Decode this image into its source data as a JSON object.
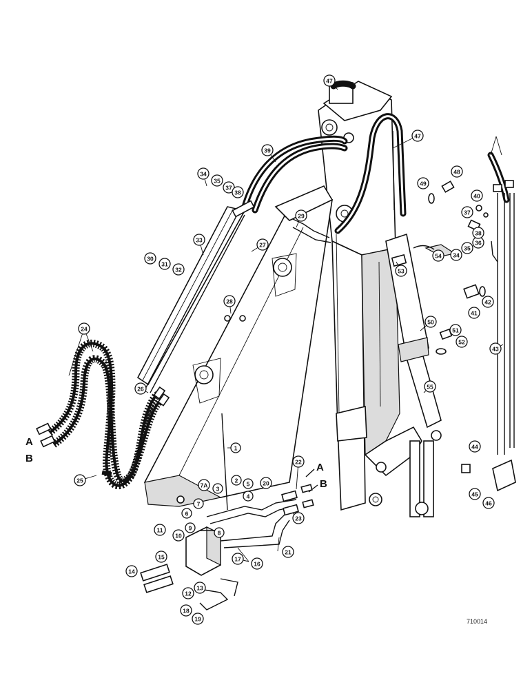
{
  "callouts": [
    "1",
    "2",
    "3",
    "4",
    "5",
    "6",
    "7",
    "7A",
    "8",
    "9",
    "10",
    "11",
    "12",
    "13",
    "14",
    "15",
    "16",
    "17",
    "18",
    "19",
    "20",
    "21",
    "22",
    "23",
    "24",
    "25",
    "26",
    "27",
    "28",
    "29",
    "30",
    "31",
    "32",
    "33",
    "34",
    "35",
    "36",
    "37",
    "38",
    "39",
    "40",
    "41",
    "42",
    "43",
    "44",
    "45",
    "46",
    "47",
    "48",
    "49",
    "50",
    "51",
    "52",
    "53",
    "54",
    "55"
  ],
  "port_labels": {
    "a_left": "A",
    "b_left": "B",
    "a_right": "A",
    "b_right": "B"
  },
  "drawing_number": "710014"
}
